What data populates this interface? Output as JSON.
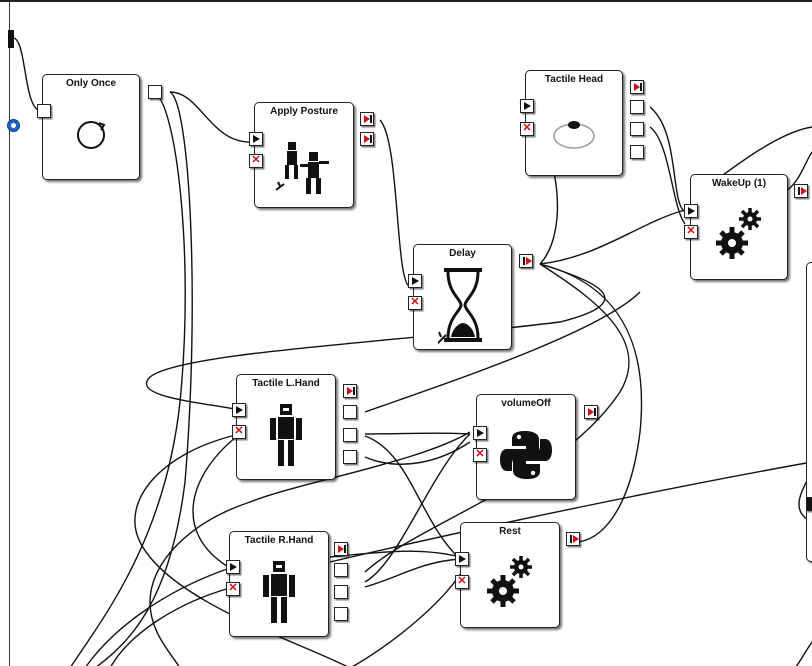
{
  "boxes": {
    "only_once": {
      "title": "Only Once",
      "icon": "loop-icon"
    },
    "apply_posture": {
      "title": "Apply Posture",
      "icon": "posture-robots-icon"
    },
    "tactile_head": {
      "title": "Tactile Head",
      "icon": "robot-head-icon"
    },
    "wakeup": {
      "title": "WakeUp (1)",
      "icon": "gears-icon"
    },
    "delay": {
      "title": "Delay",
      "icon": "hourglass-icon"
    },
    "tactile_lhand": {
      "title": "Tactile L.Hand",
      "icon": "robot-icon"
    },
    "volumeoff": {
      "title": "volumeOff",
      "icon": "python-icon"
    },
    "tactile_rhand": {
      "title": "Tactile R.Hand",
      "icon": "robot-icon"
    },
    "rest": {
      "title": "Rest",
      "icon": "gears-icon"
    }
  },
  "colors": {
    "stop_red": "#d01010",
    "add_blue": "#1d63c9",
    "wire": "#111111"
  }
}
